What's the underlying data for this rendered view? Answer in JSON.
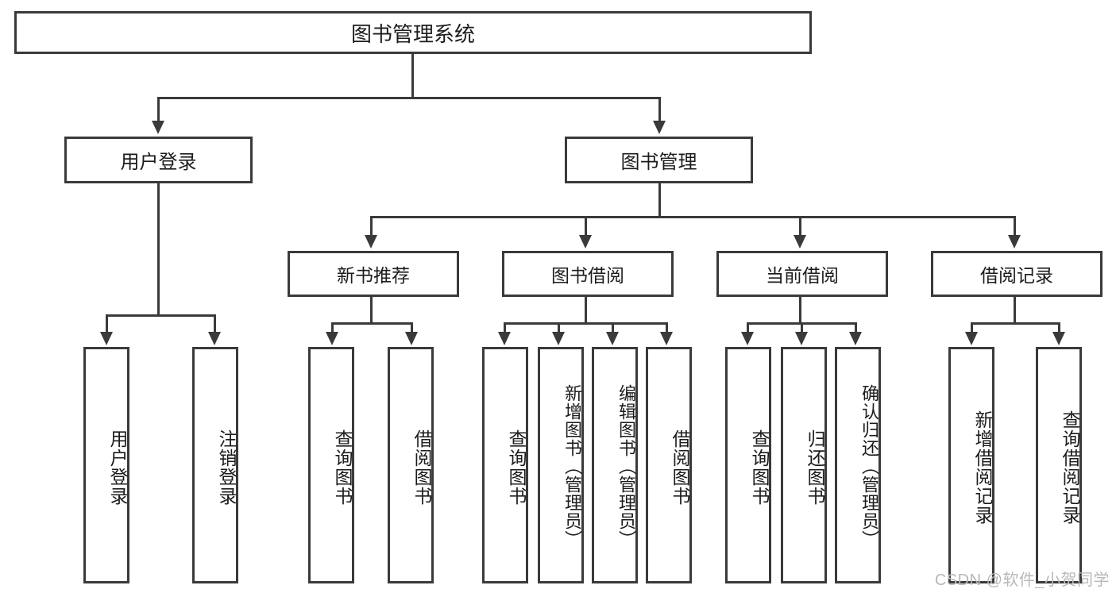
{
  "diagram": {
    "title": "图书管理系统",
    "type": "tree-hierarchy",
    "watermark": "CSDN @软件_小贺同学",
    "root": {
      "id": "root",
      "label": "图书管理系统"
    },
    "level2": [
      {
        "id": "user-login",
        "label": "用户登录"
      },
      {
        "id": "book-management",
        "label": "图书管理"
      }
    ],
    "level3": [
      {
        "id": "new-book-recommend",
        "label": "新书推荐",
        "parent": "book-management"
      },
      {
        "id": "book-borrow",
        "label": "图书借阅",
        "parent": "book-management"
      },
      {
        "id": "current-borrow",
        "label": "当前借阅",
        "parent": "book-management"
      },
      {
        "id": "borrow-record",
        "label": "借阅记录",
        "parent": "book-management"
      }
    ],
    "leaves": [
      {
        "id": "leaf-user-login",
        "label": "用户登录",
        "parent": "user-login"
      },
      {
        "id": "leaf-logout-login",
        "label": "注销登录",
        "parent": "user-login"
      },
      {
        "id": "leaf-query-book-1",
        "label": "查询图书",
        "parent": "new-book-recommend"
      },
      {
        "id": "leaf-borrow-book-1",
        "label": "借阅图书",
        "parent": "new-book-recommend"
      },
      {
        "id": "leaf-query-book-2",
        "label": "查询图书",
        "parent": "book-borrow"
      },
      {
        "id": "leaf-add-book",
        "label": "新增图书（管理员）",
        "parent": "book-borrow"
      },
      {
        "id": "leaf-edit-book",
        "label": "编辑图书（管理员）",
        "parent": "book-borrow"
      },
      {
        "id": "leaf-borrow-book-2",
        "label": "借阅图书",
        "parent": "book-borrow"
      },
      {
        "id": "leaf-query-book-3",
        "label": "查询图书",
        "parent": "current-borrow"
      },
      {
        "id": "leaf-return-book",
        "label": "归还图书",
        "parent": "current-borrow"
      },
      {
        "id": "leaf-confirm-return",
        "label": "确认归还（管理员）",
        "parent": "current-borrow"
      },
      {
        "id": "leaf-add-record",
        "label": "新增借阅记录",
        "parent": "borrow-record"
      },
      {
        "id": "leaf-query-record",
        "label": "查询借阅记录",
        "parent": "borrow-record"
      }
    ],
    "colors": {
      "stroke": "#3a3a3a",
      "fill": "#ffffff",
      "text": "#1c1c1c",
      "watermark": "#b8b8b8"
    }
  }
}
